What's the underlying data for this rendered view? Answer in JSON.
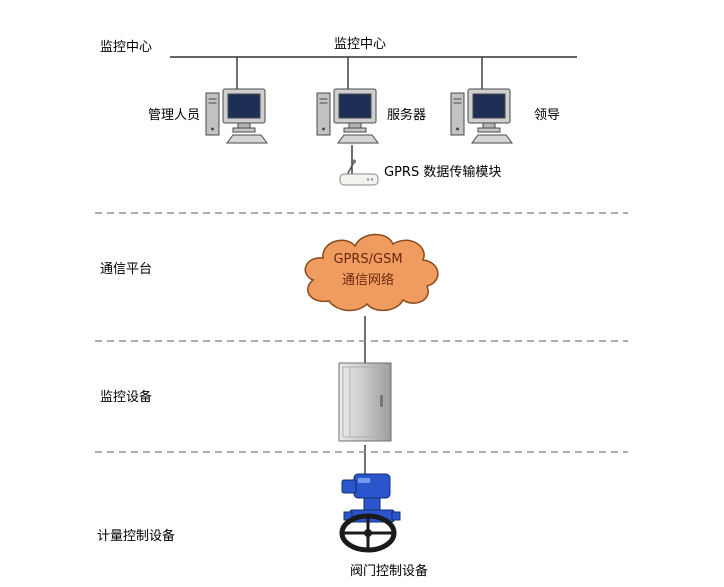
{
  "title": "监控中心",
  "sections": {
    "monitor_center": "监控中心",
    "comm_platform": "通信平台",
    "monitor_device": "监控设备",
    "metering_device": "计量控制设备"
  },
  "nodes": {
    "admin": "管理人员",
    "server": "服务器",
    "leader": "领导",
    "gprs_module": "GPRS 数据传输模块",
    "cloud_line1": "GPRS/GSM",
    "cloud_line2": "通信网络",
    "valve": "阀门控制设备"
  },
  "colors": {
    "cloud_fill": "#f09c60",
    "valve_blue": "#2a55cc"
  }
}
